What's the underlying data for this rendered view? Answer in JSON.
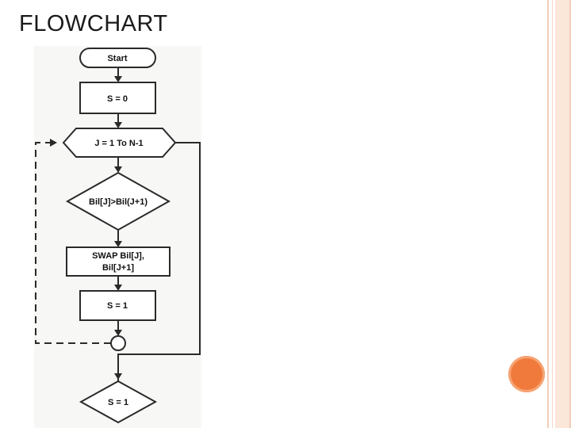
{
  "slide": {
    "title": "FLOWCHART"
  },
  "flowchart": {
    "start": "Start",
    "init": "S = 0",
    "loop": "J = 1 To N-1",
    "condition": "Bil[J]>Bil(J+1)",
    "swap_line1": "SWAP Bil[J],",
    "swap_line2": "Bil[J+1]",
    "set_flag": "S = 1",
    "final_condition": "S = 1"
  },
  "colors": {
    "accent_dot": "#f07a3c",
    "frame": "#f3cdb9"
  }
}
